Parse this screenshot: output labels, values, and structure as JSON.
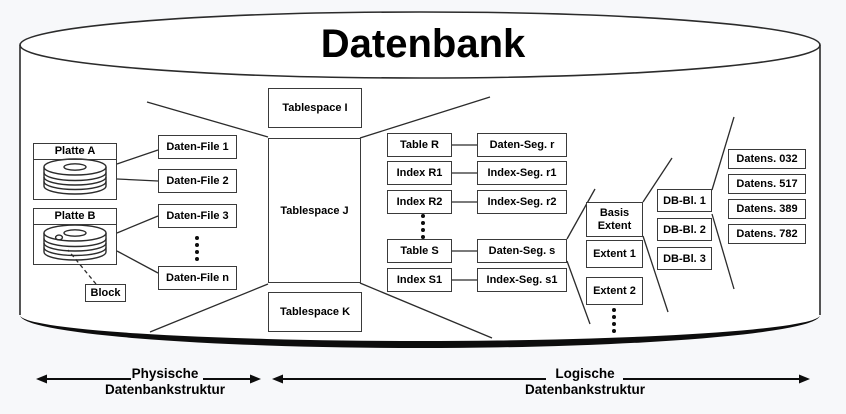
{
  "title": "Datenbank",
  "physical": {
    "disk_a": "Platte A",
    "disk_b": "Platte B",
    "block": "Block",
    "files": [
      "Daten-File 1",
      "Daten-File 2",
      "Daten-File 3",
      "Daten-File n"
    ]
  },
  "tablespaces": {
    "i": "Tablespace I",
    "j": "Tablespace J",
    "k": "Tablespace K"
  },
  "logical": {
    "rows": [
      {
        "object": "Table R",
        "segment": "Daten-Seg. r"
      },
      {
        "object": "Index R1",
        "segment": "Index-Seg. r1"
      },
      {
        "object": "Index R2",
        "segment": "Index-Seg. r2"
      },
      {
        "object": "Table S",
        "segment": "Daten-Seg. s"
      },
      {
        "object": "Index S1",
        "segment": "Index-Seg. s1"
      }
    ],
    "extents": {
      "basis": "Basis Extent",
      "items": [
        "Extent 1",
        "Extent 2"
      ]
    },
    "db_blocks": [
      "DB-Bl. 1",
      "DB-Bl. 2",
      "DB-Bl. 3"
    ],
    "records": [
      "Datens. 032",
      "Datens. 517",
      "Datens. 389",
      "Datens. 782"
    ]
  },
  "legend": {
    "physical_line1": "Physische",
    "physical_line2": "Datenbankstruktur",
    "logical_line1": "Logische",
    "logical_line2": "Datenbankstruktur"
  },
  "colors": {
    "line": "#2b2b2b",
    "box_border": "#3a3a3a",
    "cylinder_fill": "#ffffff",
    "background": "#f7f8fa",
    "text": "#000000"
  }
}
